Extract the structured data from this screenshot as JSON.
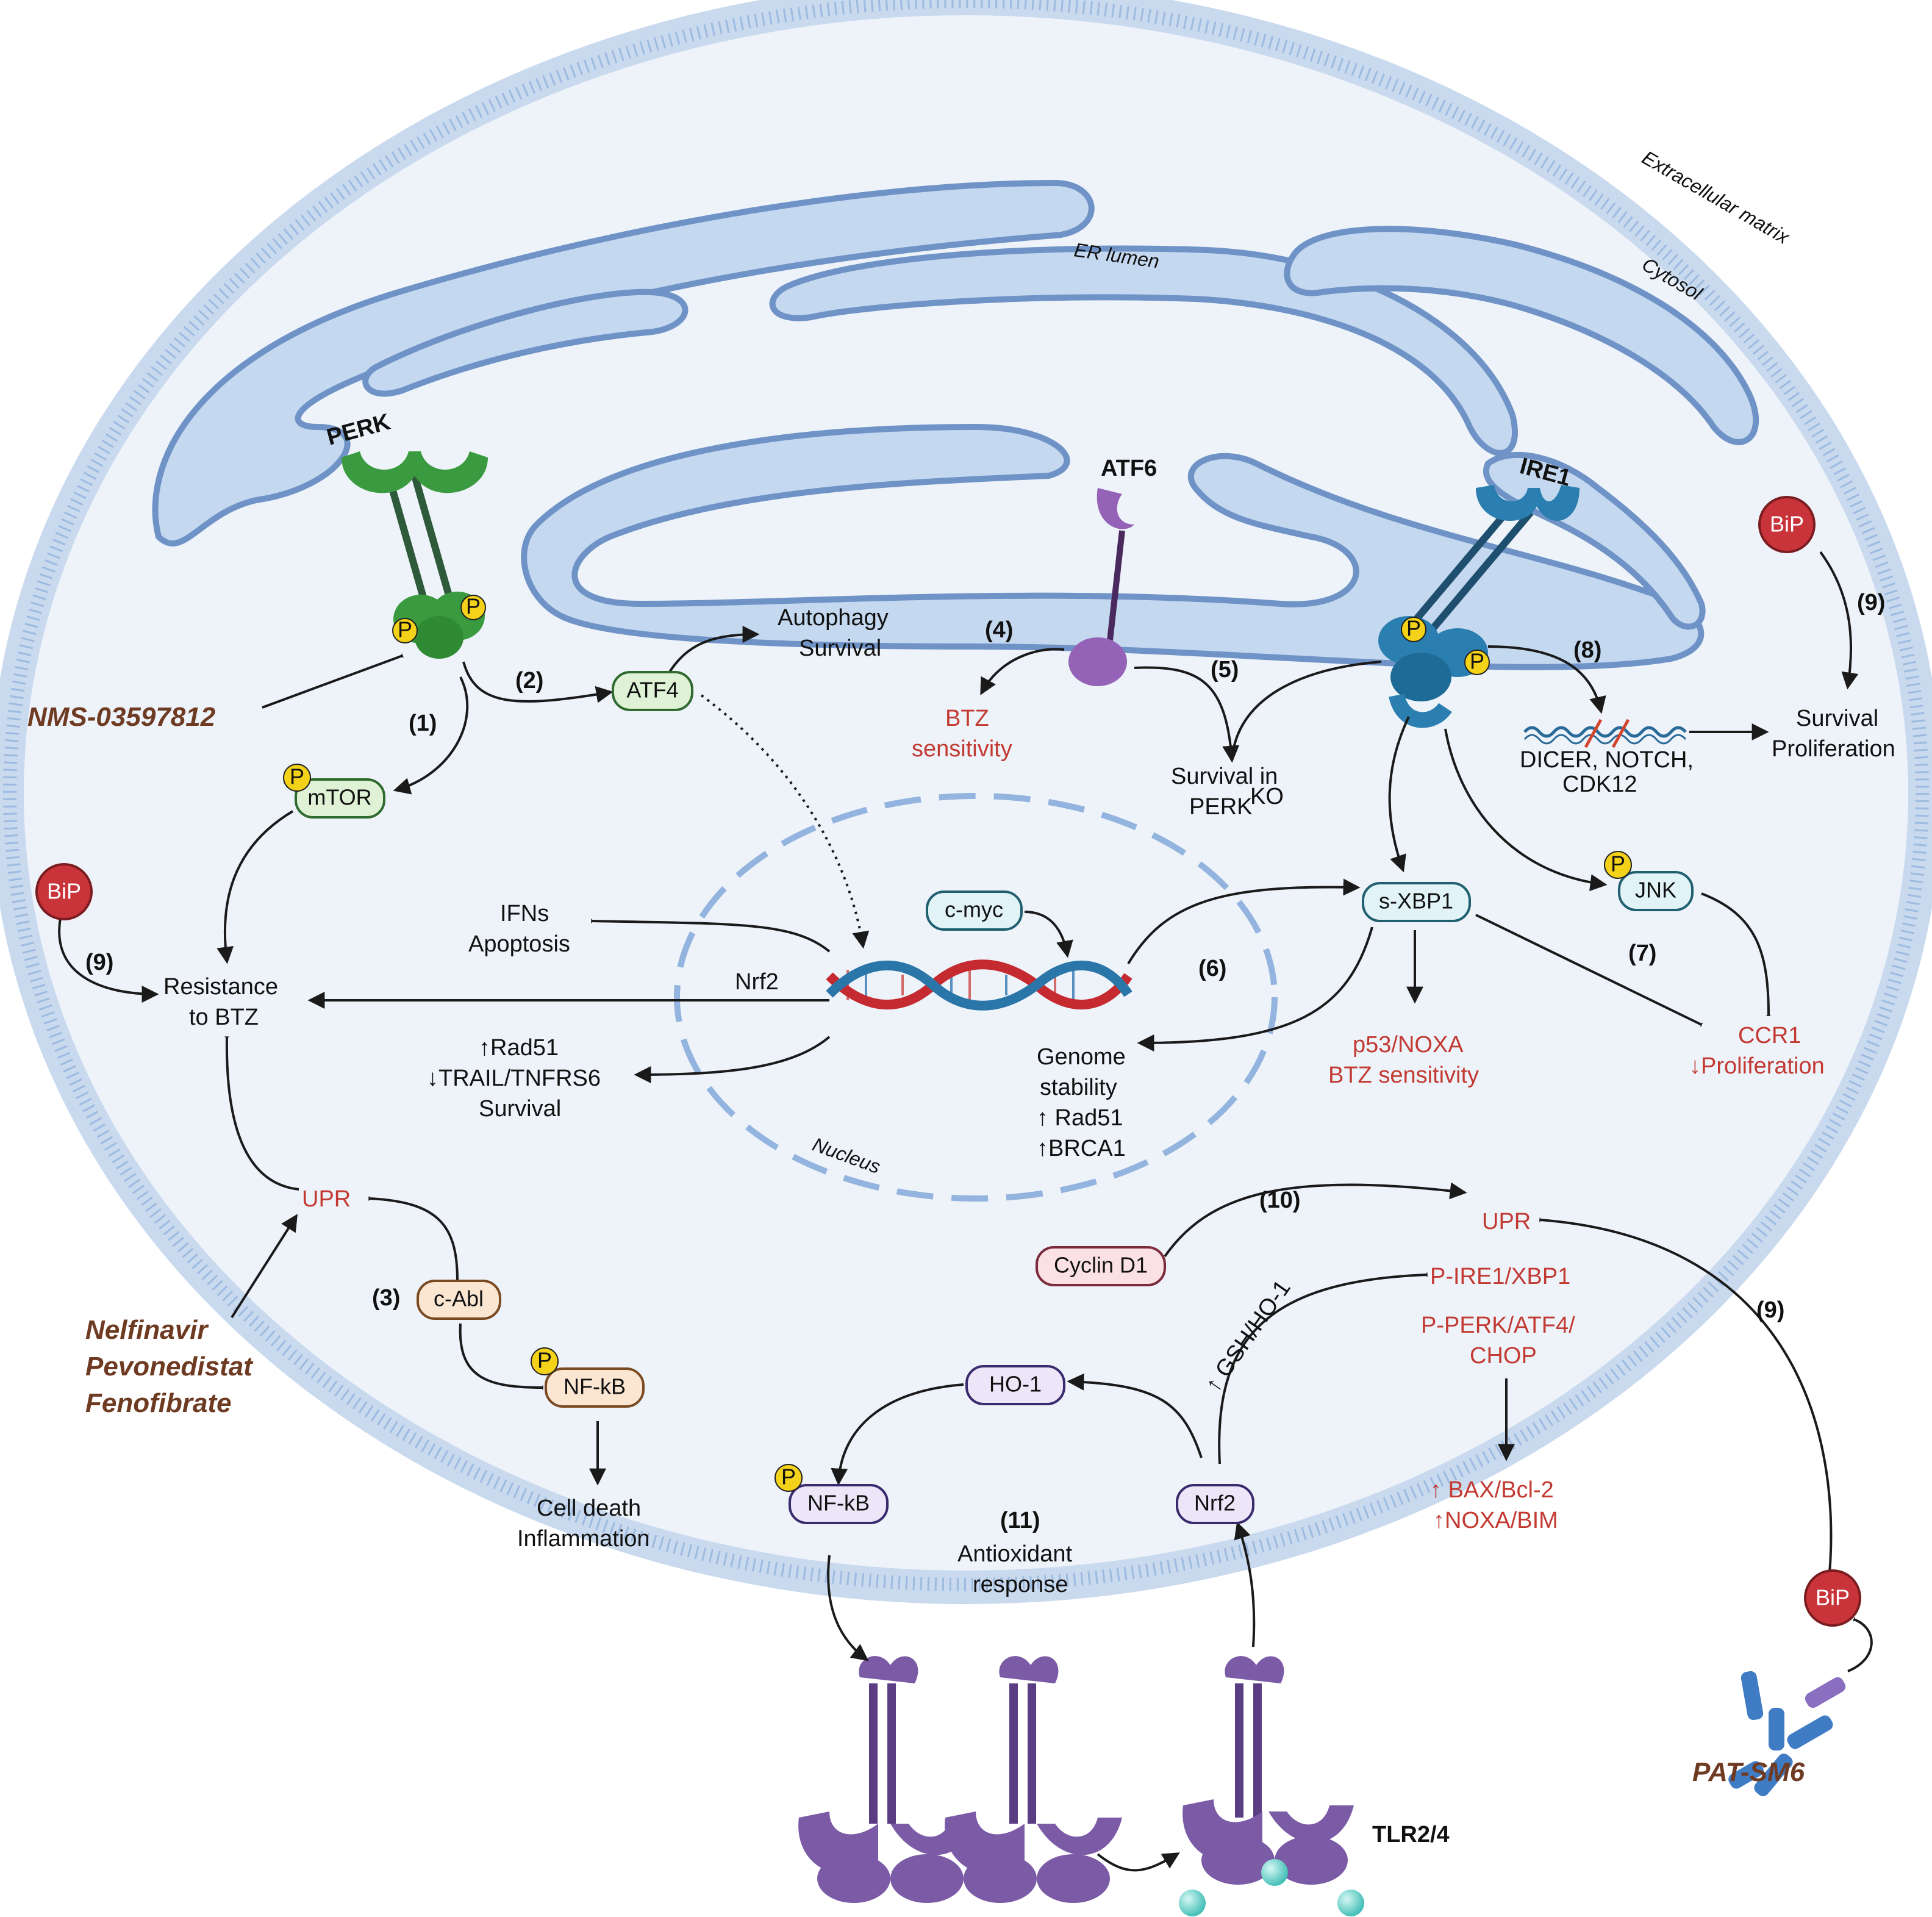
{
  "compartments": {
    "extracellular": "Extracellular matrix",
    "cytosol": "Cytosol",
    "er_lumen": "ER lumen",
    "nucleus": "Nucleus"
  },
  "sensors": {
    "perk": "PERK",
    "atf6": "ATF6",
    "ire1": "IRE1",
    "tlr": "TLR2/4"
  },
  "nodes": {
    "atf4": "ATF4",
    "mtor": "mTOR",
    "bip_left": "BiP",
    "bip_right": "BiP",
    "bip_bottom": "BiP",
    "cmyc": "c-myc",
    "sxbp1": "s-XBP1",
    "jnk": "JNK",
    "cabl": "c-Abl",
    "nfkb_left": "NF-kB",
    "cyclin": "Cyclin D1",
    "ho1": "HO-1",
    "nfkb_bottom": "NF-kB",
    "nrf2_node": "Nrf2",
    "phospho": "P"
  },
  "drugs": {
    "nms": "NMS-03597812",
    "nelfinavir": "Nelfinavir",
    "pevonedistat": "Pevonedistat",
    "fenofibrate": "Fenofibrate",
    "patsm6": "PAT-SM6"
  },
  "steps": {
    "s1": "(1)",
    "s2": "(2)",
    "s3": "(3)",
    "s4": "(4)",
    "s5": "(5)",
    "s6": "(6)",
    "s7": "(7)",
    "s8": "(8)",
    "s9a": "(9)",
    "s9b": "(9)",
    "s9c": "(9)",
    "s10": "(10)",
    "s11": "(11)"
  },
  "labels": {
    "autophagy_1": "Autophagy",
    "autophagy_2": "Survival",
    "btz_sens_1": "BTZ",
    "btz_sens_2": "sensitivity",
    "perko_1": "Survival in",
    "perko_2": "PERK",
    "perko_sup": "KO",
    "dicer_1": "DICER, NOTCH,",
    "dicer_2": "CDK12",
    "surv_prolif_1": "Survival",
    "surv_prolif_2": "Proliferation",
    "ifns_1": "IFNs",
    "ifns_2": "Apoptosis",
    "resist_1": "Resistance",
    "resist_2": "to BTZ",
    "nrf2_arrow": "Nrf2",
    "rad51_1": "↑Rad51",
    "rad51_2": "↓TRAIL/TNFRS6",
    "rad51_3": "Survival",
    "genome_1": "Genome",
    "genome_2": "stability",
    "genome_3": "↑ Rad51",
    "genome_4": "↑BRCA1",
    "p53_1": "p53/NOXA",
    "p53_2": "BTZ sensitivity",
    "ccr1_1": "CCR1",
    "ccr1_2": "↓Proliferation",
    "upr_left": "UPR",
    "upr_right": "UPR",
    "celldeath_1": "Cell death",
    "celldeath_2": "Inflammation",
    "pire1": "P-IRE1/XBP1",
    "pperk_1": "P-PERK/ATF4/",
    "pperk_2": "CHOP",
    "bax_1": "↑ BAX/Bcl-2",
    "bax_2": "↑NOXA/BIM",
    "gsh": "↑ GSH/HO-1",
    "antiox_1": "Antioxidant",
    "antiox_2": "response"
  },
  "colors": {
    "membrane": "#8fb2da",
    "cytoplasm": "#eef3fa",
    "perk": "#3a9a3f",
    "atf6": "#9462b6",
    "ire1": "#2b7fb0",
    "tlr": "#7b5aa6",
    "bip": "#c8343a",
    "text_red": "#c23a32",
    "drug_brown": "#6e3b22"
  }
}
